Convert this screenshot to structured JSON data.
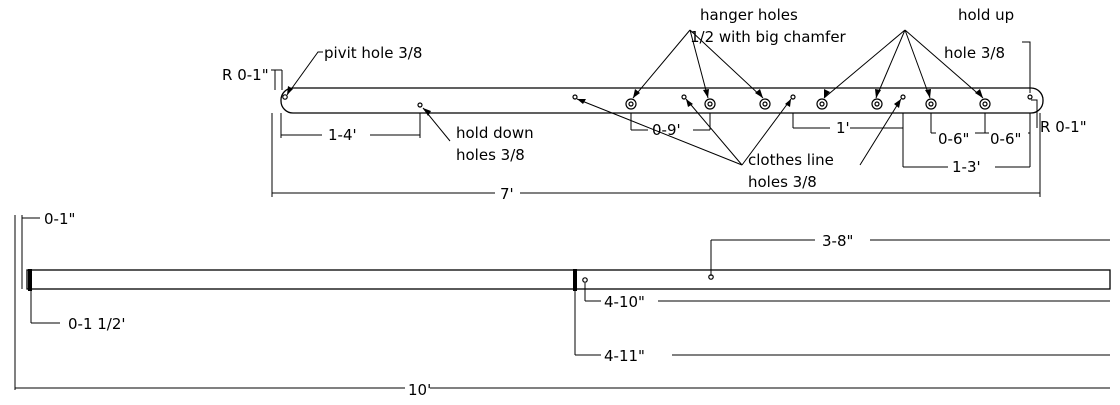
{
  "top_view": {
    "label_radius_left": "R 0-1\"",
    "label_radius_right": "R 0-1\"",
    "label_pivot_hole": "pivit hole 3/8",
    "label_hanger_holes_line1": "hanger holes",
    "label_hanger_holes_line2": "1/2 with big chamfer",
    "label_hold_up_line1": "hold up",
    "label_hold_up_line2": "hole 3/8",
    "label_hold_down_line1": "hold down",
    "label_hold_down_line2": "holes 3/8",
    "label_clothes_line1": "clothes line",
    "label_clothes_line2": "holes 3/8",
    "dim_hold_down": "1-4'",
    "dim_09": "0-9'",
    "dim_1": "1'",
    "dim_06a": "0-6\"",
    "dim_06b": "0-6\"",
    "dim_13": "1-3'",
    "dim_overall": "7'"
  },
  "bottom_view": {
    "dim_top_offset": "0-1\"",
    "dim_side_offset": "0-1 1/2'",
    "dim_38": "3-8\"",
    "dim_410": "4-10\"",
    "dim_411": "4-11\"",
    "dim_overall": "10'"
  },
  "colors": {
    "ink": "#000000",
    "paper": "#ffffff"
  }
}
